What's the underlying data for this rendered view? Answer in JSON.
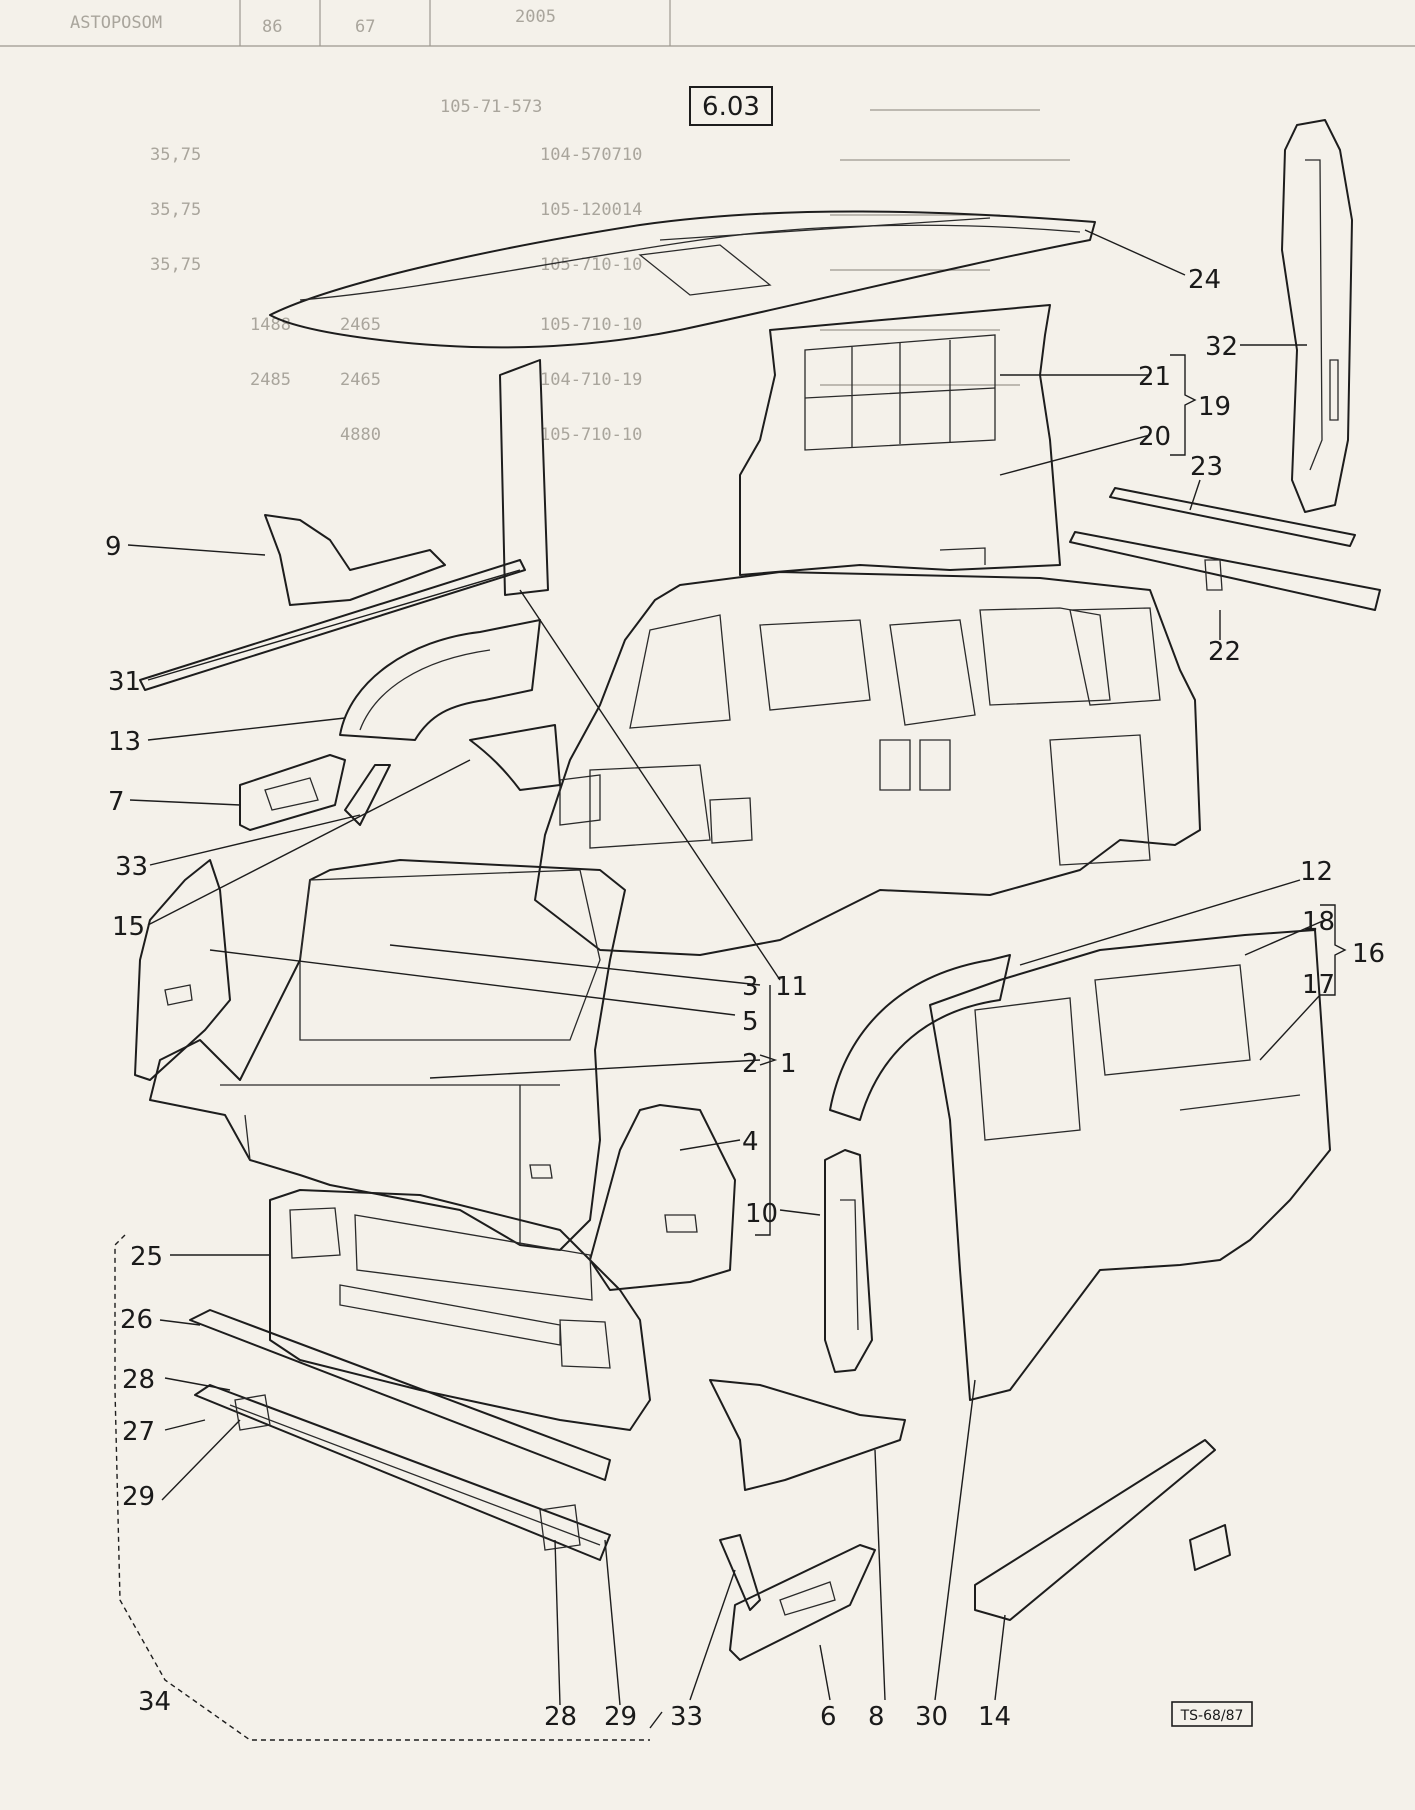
{
  "plate": {
    "number": "6.03",
    "drawing_code": "TS-68/87"
  },
  "faded_background_text": [
    "ASTOPOSOM",
    "86",
    "67",
    "2005",
    "105-71-573",
    "104-570710",
    "105-120014",
    "105-710-10",
    "105-710-10",
    "104-710-19",
    "105-710-10",
    "35,75",
    "35,75",
    "35,75",
    "2465",
    "2465",
    "4880",
    "2485",
    "1488"
  ],
  "callouts": {
    "c1": "1",
    "c2": "2",
    "c3": "3",
    "c4": "4",
    "c5": "5",
    "c6": "6",
    "c7": "7",
    "c8": "8",
    "c9": "9",
    "c10": "10",
    "c11": "11",
    "c12": "12",
    "c13": "13",
    "c14": "14",
    "c15": "15",
    "c16": "16",
    "c17": "17",
    "c18": "18",
    "c19": "19",
    "c20": "20",
    "c21": "21",
    "c22": "22",
    "c23": "23",
    "c24": "24",
    "c25": "25",
    "c26": "26",
    "c27": "27",
    "c28a": "28",
    "c28b": "28",
    "c29a": "29",
    "c29b": "29",
    "c30": "30",
    "c31": "31",
    "c32": "32",
    "c33a": "33",
    "c33b": "33",
    "c34": "34"
  },
  "colors": {
    "paper": "#f4f1ea",
    "ink": "#1d1d1d",
    "faded_ink": "#a9a59c"
  }
}
